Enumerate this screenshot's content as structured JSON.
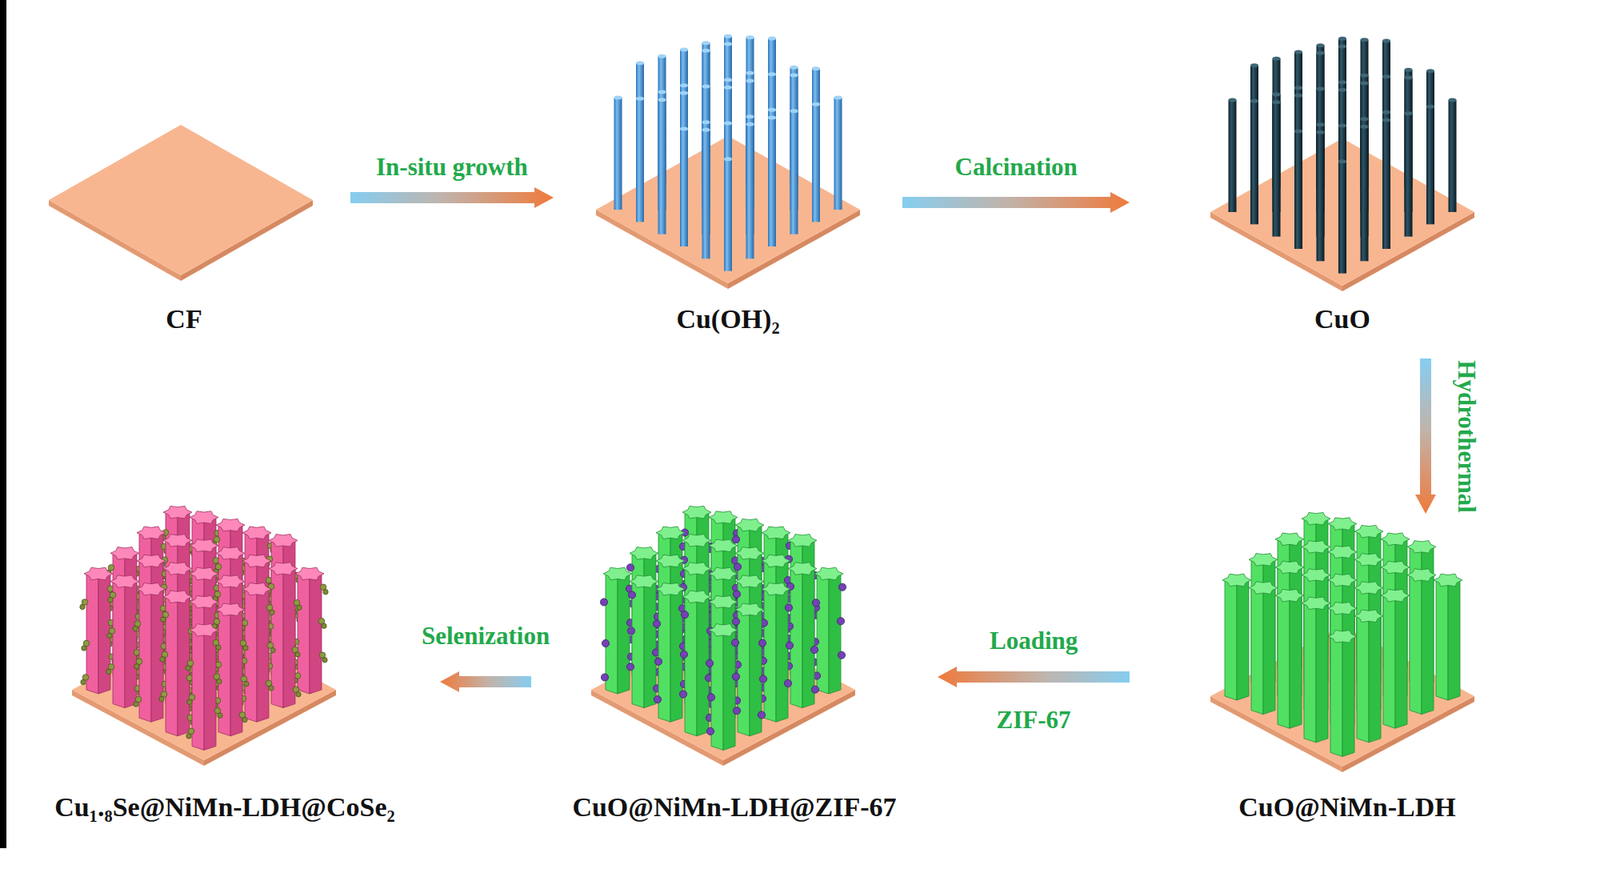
{
  "diagram": {
    "nodes": [
      {
        "text": [
          "CF"
        ]
      },
      {
        "text": [
          "Cu(OH)₂"
        ]
      },
      {
        "text": [
          "CuO"
        ]
      },
      {
        "text": [
          "CuO@NiMn-LDH"
        ]
      },
      {
        "text": [
          "CuO@NiMn-LDH@ZIF-67"
        ]
      },
      {
        "text": [
          "Cu₁.₈Se@NiMn-LDH@CoSe₂"
        ]
      }
    ],
    "edges": [
      {
        "from": 0,
        "to": 1,
        "label": "In-situ growth",
        "arrow": "to"
      },
      {
        "from": 1,
        "to": 2,
        "label": "Calcination",
        "arrow": "to"
      },
      {
        "from": 2,
        "to": 3,
        "label": "Hydrothermal",
        "arrow": "to"
      },
      {
        "from": 3,
        "to": 4,
        "label": "Loading",
        "arrow": "to"
      },
      {
        "from": 4,
        "to": 5,
        "label": "Selenization",
        "arrow": "to"
      }
    ],
    "labels": [
      "ZIF-67"
    ]
  }
}
